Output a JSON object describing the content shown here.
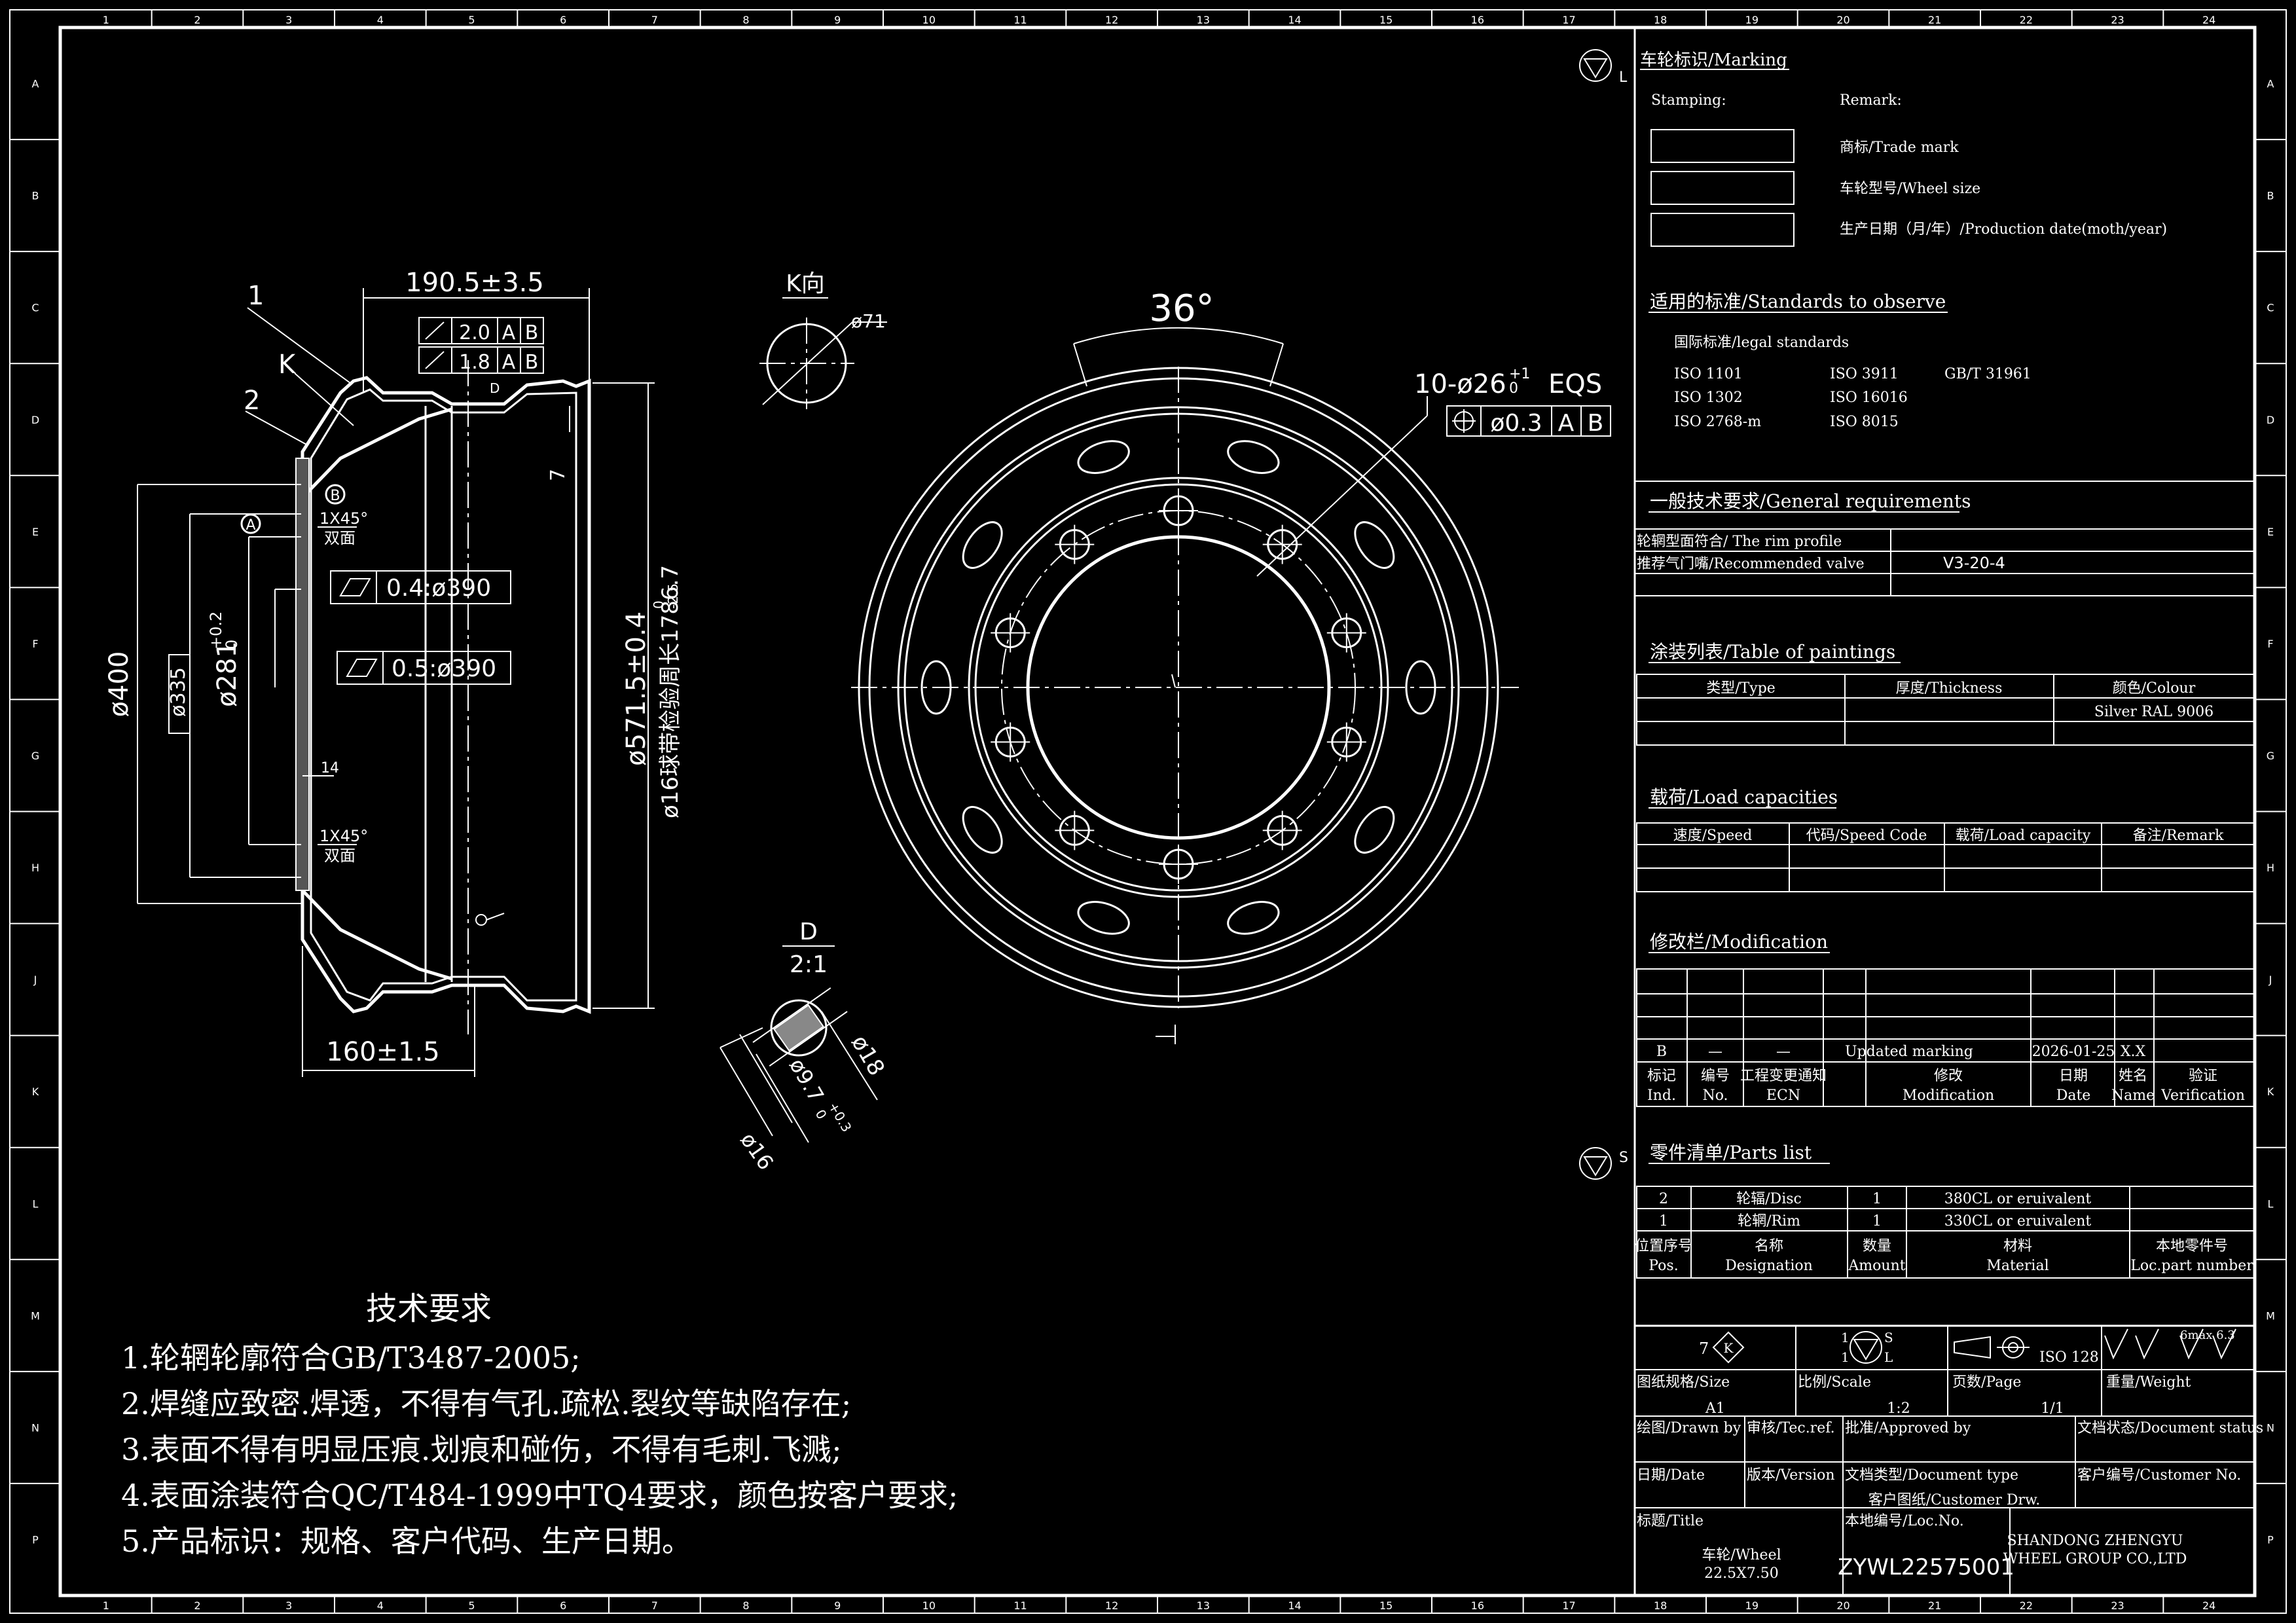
{
  "grid": {
    "columns": [
      "1",
      "2",
      "3",
      "4",
      "5",
      "6",
      "7",
      "8",
      "9",
      "10",
      "11",
      "12",
      "13",
      "14",
      "15",
      "16",
      "17",
      "18",
      "19",
      "20",
      "21",
      "22",
      "23",
      "24"
    ],
    "rows": [
      "A",
      "B",
      "C",
      "D",
      "E",
      "F",
      "G",
      "H",
      "J",
      "K",
      "L",
      "M",
      "N",
      "P"
    ]
  },
  "section_view": {
    "labels": {
      "part1": "1",
      "part2": "2",
      "k": "K",
      "d": "D",
      "a": "A",
      "b": "B"
    },
    "dims": {
      "width_top": "190.5±3.5",
      "width_bottom": "160±1.5",
      "d400": "ø400",
      "d335": "ø335",
      "d281_base": "ø281",
      "d281_tol_up": "+0.2",
      "d281_tol_low": "0",
      "d571": "ø571.5±0.4",
      "circumference_base": "ø16球带检验周长1786.7",
      "circumference_tol_up": "0",
      "circumference_tol_low": "-2.5",
      "dim7": "7",
      "dim14": "14",
      "chamfer": "1X45°",
      "chamfer_sub": "双面"
    },
    "runout1": {
      "value": "2.0",
      "datum1": "A",
      "datum2": "B"
    },
    "runout2": {
      "value": "1.8",
      "datum1": "A",
      "datum2": "B"
    },
    "flat1": {
      "value": "0.4:ø390"
    },
    "flat2": {
      "value": "0.5:ø390"
    }
  },
  "k_view": {
    "title": "K向",
    "dim": "ø71"
  },
  "d_view": {
    "title": "D",
    "scale": "2:1",
    "d18": "ø18",
    "d16": "ø16",
    "d97_base": "ø9.7",
    "d97_tol_up": "+0.3",
    "d97_tol_low": "0"
  },
  "front_view": {
    "angle": "36°",
    "holes_base": "10-ø26",
    "holes_tol_up": "+1",
    "holes_tol_low": "0",
    "holes_suffix": "EQS",
    "position_tol": {
      "value": "ø0.3",
      "datum1": "A",
      "datum2": "B"
    }
  },
  "tech_req": {
    "title": "技术要求",
    "items": [
      "1.轮辋轮廓符合GB/T3487-2005;",
      "2.焊缝应致密.焊透，不得有气孔.疏松.裂纹等缺陷存在;",
      "3.表面不得有明显压痕.划痕和碰伤，不得有毛刺.飞溅;",
      "4.表面涂装符合QC/T484-1999中TQ4要求，颜色按客户要求;",
      "5.产品标识：规格、客户代码、生产日期。"
    ]
  },
  "panel": {
    "proj_l": "L",
    "proj_s": "S",
    "marking": {
      "title": "车轮标识/Marking",
      "stamping": "Stamping:",
      "remark": "Remark:",
      "items": [
        "商标/Trade mark",
        "车轮型号/Wheel size",
        "生产日期（月/年）/Production date(moth/year)"
      ]
    },
    "standards": {
      "title": "适用的标准/Standards to observe",
      "sub": "国际标准/legal standards",
      "col1": [
        "ISO 1101",
        "ISO 1302",
        "ISO 2768-m"
      ],
      "col2": [
        "ISO 3911",
        "ISO 16016",
        "ISO 8015"
      ],
      "col3": [
        "GB/T 31961"
      ]
    },
    "general": {
      "title": "一般技术要求/General requirements",
      "rim_profile": "轮辋型面符合/ The rim profile",
      "valve_label": "推荐气门嘴/Recommended valve",
      "valve_value": "V3-20-4"
    },
    "paint": {
      "title": "涂装列表/Table of paintings",
      "headers": [
        "类型/Type",
        "厚度/Thickness",
        "颜色/Colour"
      ],
      "color_value": "Silver RAL 9006"
    },
    "load": {
      "title": "载荷/Load capacities",
      "headers": [
        "速度/Speed",
        "代码/Speed Code",
        "载荷/Load capacity",
        "备注/Remark"
      ]
    },
    "mod": {
      "title": "修改栏/Modification",
      "row": [
        "B",
        "—",
        "—",
        "Updated marking",
        "2026-01-25",
        "X.X",
        ""
      ],
      "headers_cn": [
        "标记",
        "编号",
        "工程变更通知",
        "修改",
        "日期",
        "姓名",
        "验证"
      ],
      "headers_en": [
        "Ind.",
        "No.",
        "ECN",
        "Modification",
        "Date",
        "Name",
        "Verification"
      ]
    },
    "parts": {
      "title": "零件清单/Parts list",
      "rows": [
        [
          "2",
          "轮辐/Disc",
          "1",
          "380CL or eruivalent",
          ""
        ],
        [
          "1",
          "轮辋/Rim",
          "1",
          "330CL or eruivalent",
          ""
        ]
      ],
      "headers_cn": [
        "位置序号",
        "名称",
        "数量",
        "材料",
        "本地零件号"
      ],
      "headers_en": [
        "Pos.",
        "Designation",
        "Amount",
        "Material",
        "Loc.part number"
      ]
    },
    "title_block": {
      "sym_7": "7",
      "sym_k": "K",
      "sym_1a": "1",
      "sym_1b": "1",
      "sym_s": "S",
      "sym_l": "L",
      "iso128": "ISO 128",
      "roughness": "6max 6.3",
      "size_label": "图纸规格/Size",
      "size": "A1",
      "scale_label": "比例/Scale",
      "scale": "1:2",
      "page_label": "页数/Page",
      "page": "1/1",
      "weight_label": "重量/Weight",
      "drawn": "绘图/Drawn by",
      "checked": "审核/Tec.ref.",
      "approved": "批准/Approved by",
      "doc_status": "文档状态/Document status",
      "date": "日期/Date",
      "version": "版本/Version",
      "doc_type": "文档类型/Document type",
      "doc_type_value": "客户图纸/Customer Drw.",
      "cust_no": "客户编号/Customer No.",
      "title_label": "标题/Title",
      "title_1": "车轮/Wheel",
      "title_2": "22.5X7.50",
      "loc_label": "本地编号/Loc.No.",
      "loc_value": "ZYWL22575001",
      "company_1": "SHANDONG ZHENGYU",
      "company_2": "WHEEL GROUP CO.,LTD"
    }
  }
}
